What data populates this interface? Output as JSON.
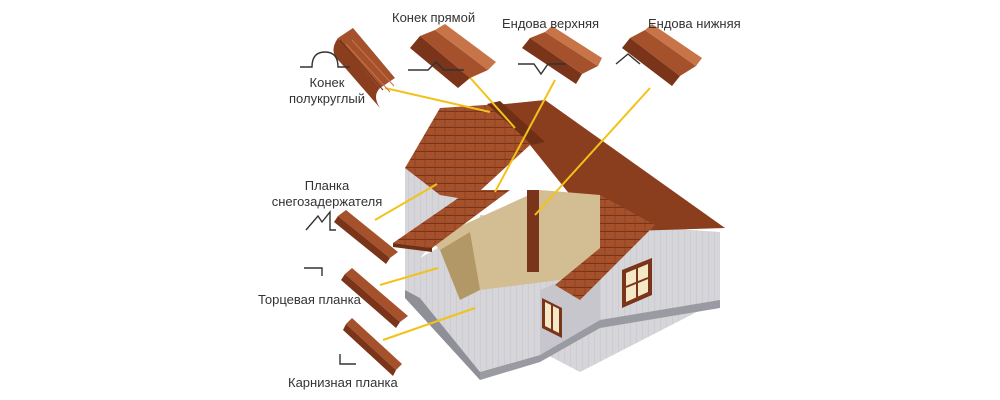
{
  "labels": {
    "ridge_round_1": "Конек",
    "ridge_round_2": "полукруглый",
    "ridge_straight": "Конек прямой",
    "valley_upper": "Ендова верхняя",
    "valley_lower": "Ендова нижняя",
    "snow_1": "Планка",
    "snow_2": "снегозадержателя",
    "gable": "Торцевая планка",
    "eave": "Карнизная планка"
  },
  "colors": {
    "metal": "#a5512b",
    "metal_dark": "#7a3419",
    "metal_light": "#c87449",
    "callout": "#f2c21a",
    "wall": "#d5d5da",
    "wall_shade": "#bdbdc4",
    "attic": "#d3bd93",
    "trim": "#5a2c14"
  },
  "icons": [
    "round-ridge-icon",
    "straight-ridge-icon",
    "upper-valley-icon",
    "lower-valley-icon",
    "snow-guard-bar-icon",
    "gable-trim-icon",
    "eave-trim-icon",
    "house-icon"
  ]
}
